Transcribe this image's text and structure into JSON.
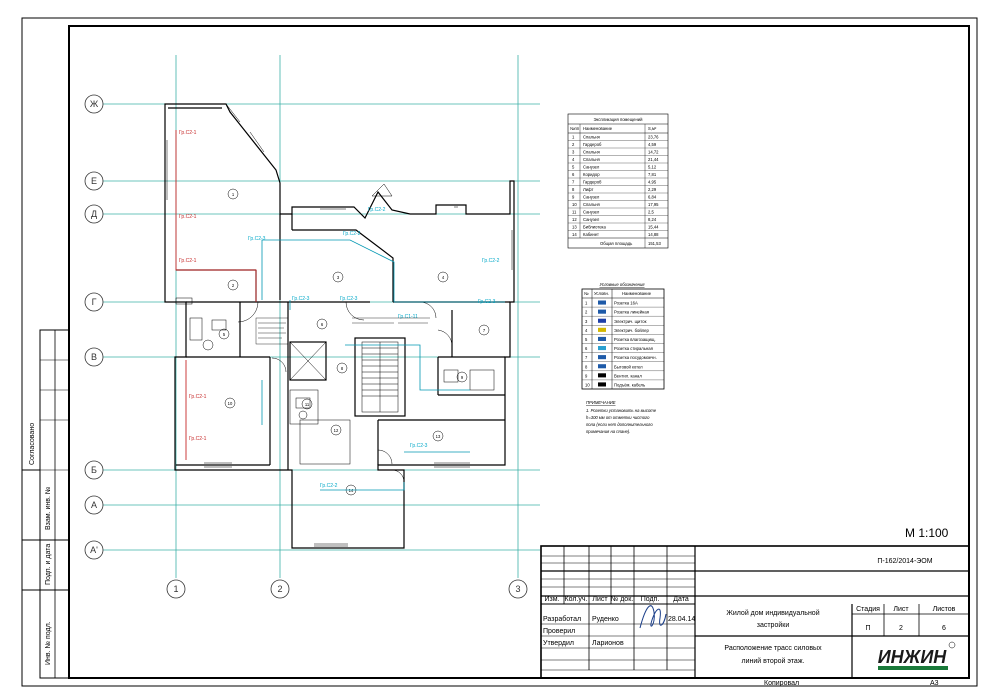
{
  "axes_letters": [
    "Ж",
    "Е",
    "Д",
    "Г",
    "В",
    "Б",
    "А",
    "А'"
  ],
  "axes_numbers": [
    "1",
    "2",
    "3"
  ],
  "rooms": [
    "1",
    "2",
    "3",
    "4",
    "5",
    "6",
    "7",
    "8",
    "9",
    "10",
    "11",
    "12",
    "13",
    "14"
  ],
  "circuit_labels": {
    "red": [
      "Гр.С2-1",
      "Гр.С2-1",
      "Гр.С2-1",
      "Гр.С2-1",
      "Гр.С2-1"
    ],
    "cyan": [
      "Гр.С2-2",
      "Гр.С2-2",
      "Гр.С2-3",
      "Гр.С2-3",
      "Гр.С2-3",
      "Гр.С2-2",
      "Гр.С2-3",
      "Гр.С2-3",
      "Гр.С2-2",
      "Гр.С1-11"
    ]
  },
  "explication": {
    "title": "Экспликация помещений",
    "headers": [
      "№пп",
      "Наименование",
      "S,м²"
    ],
    "rows": [
      [
        "1",
        "Спальня",
        "23,76"
      ],
      [
        "2",
        "Гардероб",
        "4,59"
      ],
      [
        "3",
        "Спальня",
        "14,72"
      ],
      [
        "4",
        "Спальня",
        "21,44"
      ],
      [
        "5",
        "Санузел",
        "5,12"
      ],
      [
        "6",
        "Коридор",
        "7,81"
      ],
      [
        "7",
        "Гардероб",
        "4,95"
      ],
      [
        "8",
        "Лифт",
        "2,29"
      ],
      [
        "9",
        "Санузел",
        "6,84"
      ],
      [
        "10",
        "Спальня",
        "17,95"
      ],
      [
        "11",
        "Санузел",
        "2,5"
      ],
      [
        "12",
        "Санузел",
        "8,24"
      ],
      [
        "13",
        "Библиотека",
        "15,44"
      ],
      [
        "14",
        "Кабинет",
        "14,88"
      ]
    ],
    "total_label": "Общая площадь",
    "total_value": "151,53"
  },
  "legend": {
    "title": "Условные обозначения",
    "headers": [
      "№",
      "Условн.",
      "Наименование"
    ],
    "rows": [
      [
        "1",
        "Розетка 16А"
      ],
      [
        "2",
        "Розетка линейная"
      ],
      [
        "3",
        "Электрич. щиток"
      ],
      [
        "4",
        "Электрич. бойлер"
      ],
      [
        "5",
        "Розетка влагозащищ."
      ],
      [
        "6",
        "Розетка стиральная"
      ],
      [
        "7",
        "Розетка посудомоечн."
      ],
      [
        "8",
        "Бытовой котел"
      ],
      [
        "9",
        "Вентил. канал"
      ],
      [
        "10",
        "Подъём. кабель"
      ]
    ]
  },
  "note": {
    "title": "ПРИМЕЧАНИЕ",
    "lines": [
      "1. Розетки установить на высоте",
      "h=300 мм от отметки чистого",
      "пола (если нет дополнительного",
      "примечания на плане)."
    ]
  },
  "scale": "М 1:100",
  "left_stamp": [
    "Согласовано",
    "Взам. инв. №",
    "Подп. и дата",
    "Инв. № подл."
  ],
  "title_block": {
    "code": "П-162/2014-ЭОМ",
    "col_headers": [
      "Изм.",
      "Кол.уч.",
      "Лист",
      "№ док.",
      "Подп.",
      "Дата"
    ],
    "roles": [
      "Разработал",
      "Проверил",
      "Утвердил"
    ],
    "names": [
      "Руденко",
      "",
      "Ларионов"
    ],
    "date": "28.04.14",
    "project": [
      "Жилой дом индивидуальной",
      "застройки"
    ],
    "sheet_title": [
      "Расположение трасс силовых",
      "линий второй этаж."
    ],
    "stage_labels": [
      "Стадия",
      "Лист",
      "Листов"
    ],
    "stage_values": [
      "П",
      "2",
      "6"
    ],
    "logo": "ИНЖИН",
    "bottom_left": "Копировал",
    "bottom_right": "А3"
  }
}
